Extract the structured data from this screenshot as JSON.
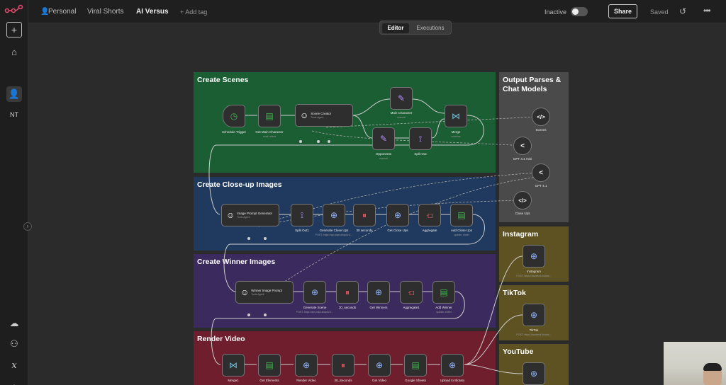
{
  "header": {
    "project": "Personal",
    "folder": "Viral Shorts",
    "workflow": "AI Versus",
    "add_tag": "+ Add tag",
    "status_label": "Inactive",
    "share_label": "Share",
    "saved_label": "Saved"
  },
  "sidebar": {
    "initials": "NT",
    "icons": [
      "plus-icon",
      "home-icon",
      "user-icon",
      "cloud-icon",
      "users-icon",
      "variable-icon"
    ]
  },
  "view_tabs": [
    {
      "label": "Editor",
      "active": true
    },
    {
      "label": "Executions",
      "active": false
    }
  ],
  "groups": {
    "scenes": {
      "title": "Create Scenes",
      "nodes": {
        "schedule": {
          "label": "Schedule Trigger"
        },
        "getmain": {
          "label": "Get Main Character",
          "sub": "read: sheet"
        },
        "creator": {
          "label": "Scene Creator",
          "sub": "Tools Agent"
        },
        "mainchar": {
          "label": "Main Character",
          "sub": "manual"
        },
        "merge": {
          "label": "Merge",
          "sub": "combine"
        },
        "opponents": {
          "label": "Opponents",
          "sub": "manual"
        },
        "splitout": {
          "label": "Split Out"
        }
      }
    },
    "closeup": {
      "title": "Create Close-up Images",
      "nodes": {
        "imgprompt": {
          "label": "Image Prompt Generator",
          "sub": "Tools Agent"
        },
        "splitout1": {
          "label": "Split Out1"
        },
        "gencloseups": {
          "label": "Generate Close Ups",
          "sub": "POST: https://api.piapi.ai/api/v1/..."
        },
        "wait30": {
          "label": "30 seconds"
        },
        "getcloseups": {
          "label": "Get Close Ups"
        },
        "aggregate": {
          "label": "Aggregate"
        },
        "addcloseups": {
          "label": "Add Close Ups",
          "sub": "update: sheet"
        }
      }
    },
    "winner": {
      "title": "Create Winner Images",
      "nodes": {
        "winprompt": {
          "label": "Winner Image Prompt",
          "sub": "Tools Agent"
        },
        "genscene": {
          "label": "Generate Scene",
          "sub": "POST: https://api.piapi.ai/api/v1/..."
        },
        "wait30b": {
          "label": "30_seconds"
        },
        "getwinners": {
          "label": "Get Winners"
        },
        "aggregate1": {
          "label": "Aggregate1"
        },
        "addwinner": {
          "label": "Add Winner",
          "sub": "update: sheet"
        }
      }
    },
    "render": {
      "title": "Render Video",
      "nodes": {
        "merge1": {
          "label": "Merge1"
        },
        "getelements": {
          "label": "Get Elements"
        },
        "rendervideo": {
          "label": "Render Video"
        },
        "wait30c": {
          "label": "30_Seconds"
        },
        "getvideo": {
          "label": "Get Video"
        },
        "gsheets": {
          "label": "Google Sheets"
        },
        "upload": {
          "label": "Upload to Blotato"
        }
      }
    },
    "output": {
      "title": "Output Parses & Chat Models",
      "nodes": {
        "scenes": {
          "label": "Scenes"
        },
        "gpt41mini": {
          "label": "GPT 4.1 mini"
        },
        "gpt41": {
          "label": "GPT 4.1"
        },
        "closeups": {
          "label": "Close Ups"
        }
      }
    },
    "instagram": {
      "title": "Instagram",
      "node": {
        "label": "Instagram",
        "sub": "POST: https://backend.blotato..."
      }
    },
    "tiktok": {
      "title": "TikTok",
      "node": {
        "label": "TikTok",
        "sub": "POST: https://backend.blotato..."
      }
    },
    "youtube": {
      "title": "YouTube"
    }
  },
  "colors": {
    "scenes": "#1b5e34",
    "closeup": "#1f3a5e",
    "winner": "#3a2a5e",
    "render": "#6e1e2c",
    "output": "#4a4a4a",
    "social": "#5e5222"
  }
}
